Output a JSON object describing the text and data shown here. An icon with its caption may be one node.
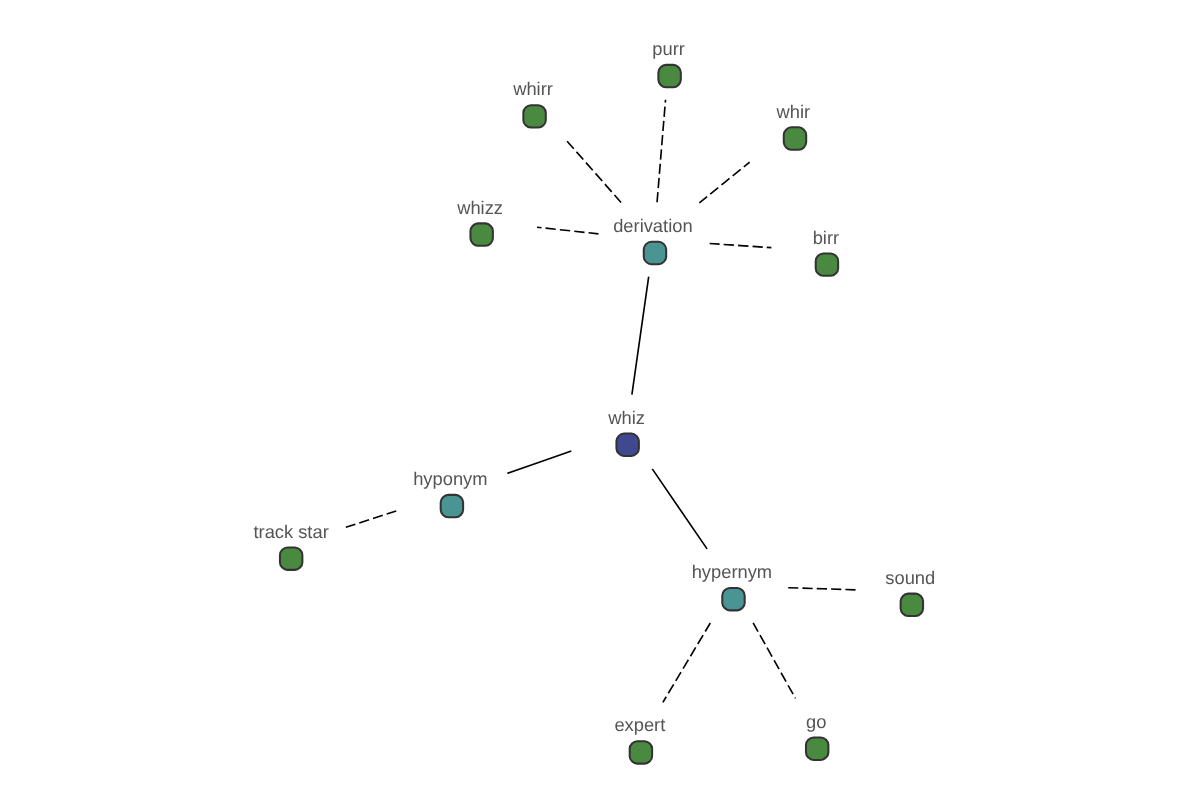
{
  "diagram": {
    "nodes": [
      {
        "text": [
          "track star"
        ]
      },
      {
        "text": [
          "hyponym"
        ]
      },
      {
        "text": [
          "whiz"
        ]
      },
      {
        "text": [
          "whir"
        ]
      },
      {
        "text": [
          "derivation"
        ]
      },
      {
        "text": [
          "purr"
        ]
      },
      {
        "text": [
          "hypernym"
        ]
      },
      {
        "text": [
          "birr"
        ]
      },
      {
        "text": [
          "expert"
        ]
      },
      {
        "text": [
          "go"
        ]
      },
      {
        "text": [
          "whizz"
        ]
      },
      {
        "text": [
          "whirr"
        ]
      },
      {
        "text": [
          "sound"
        ]
      }
    ],
    "edges": [
      {
        "from": 2,
        "to": 1,
        "arrow": "none"
      },
      {
        "from": 1,
        "to": 0,
        "arrow": "none",
        "style": "dashed"
      },
      {
        "from": 2,
        "to": 4,
        "arrow": "none"
      },
      {
        "from": 2,
        "to": 6,
        "arrow": "none"
      },
      {
        "from": 4,
        "to": 3,
        "arrow": "none",
        "style": "dashed"
      },
      {
        "from": 4,
        "to": 5,
        "arrow": "none",
        "style": "dashed"
      },
      {
        "from": 4,
        "to": 7,
        "arrow": "none",
        "style": "dashed"
      },
      {
        "from": 4,
        "to": 11,
        "arrow": "none",
        "style": "dashed"
      },
      {
        "from": 4,
        "to": 10,
        "arrow": "none",
        "style": "dashed"
      },
      {
        "from": 6,
        "to": 8,
        "arrow": "none",
        "style": "dashed"
      },
      {
        "from": 6,
        "to": 9,
        "arrow": "none",
        "style": "dashed"
      },
      {
        "from": 6,
        "to": 12,
        "arrow": "none",
        "style": "dashed"
      }
    ]
  }
}
